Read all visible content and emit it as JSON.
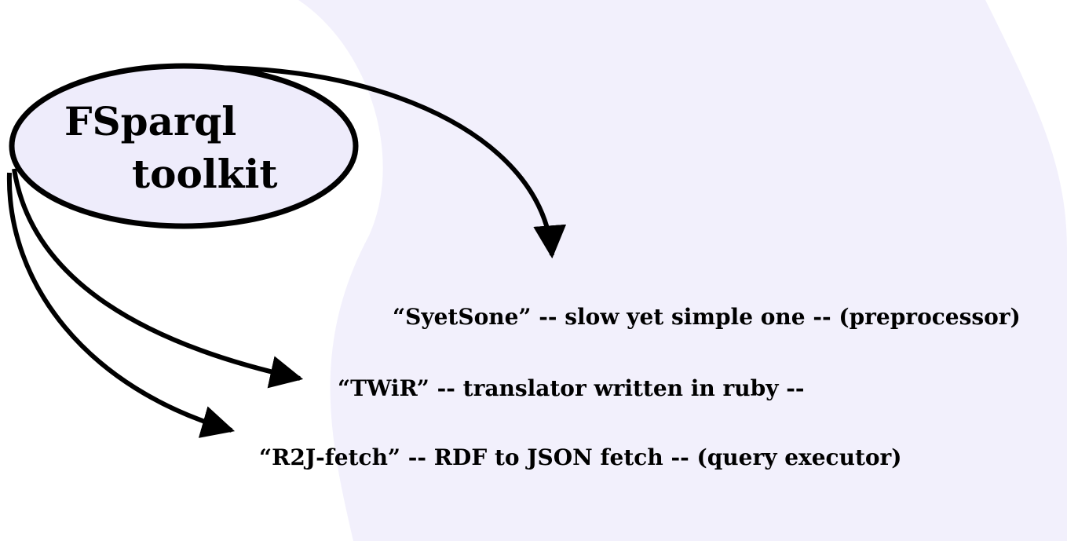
{
  "hub": {
    "lines": [
      "FSparql",
      "toolkit"
    ]
  },
  "items": [
    {
      "label": "“SyetSone” -- slow yet simple one -- (preprocessor)"
    },
    {
      "label": "“TWiR” -- translator written in ruby --"
    },
    {
      "label": "“R2J-fetch” -- RDF to JSON fetch -- (query executor)"
    }
  ],
  "colors": {
    "background_panel": "#f2f0fc",
    "ellipse_fill": "#eeecfb",
    "stroke": "#000000"
  }
}
